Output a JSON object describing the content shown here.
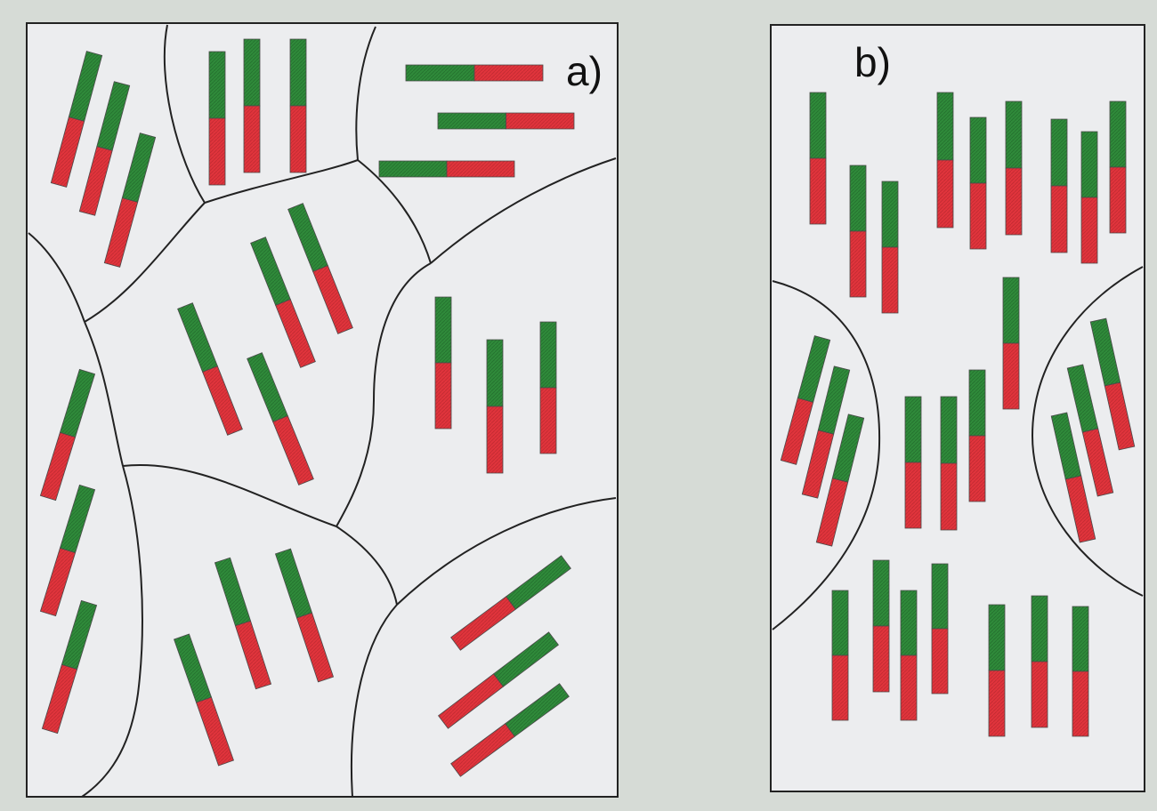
{
  "panels": [
    {
      "id": "a",
      "label": "a)",
      "colors": {
        "red": "#e0343c",
        "green": "#2f8a3a",
        "border": "#222222",
        "background": "#ecedef"
      }
    },
    {
      "id": "b",
      "label": "b)",
      "colors": {
        "red": "#e0343c",
        "green": "#2f8a3a",
        "border": "#222222",
        "background": "#ecedef"
      }
    }
  ]
}
